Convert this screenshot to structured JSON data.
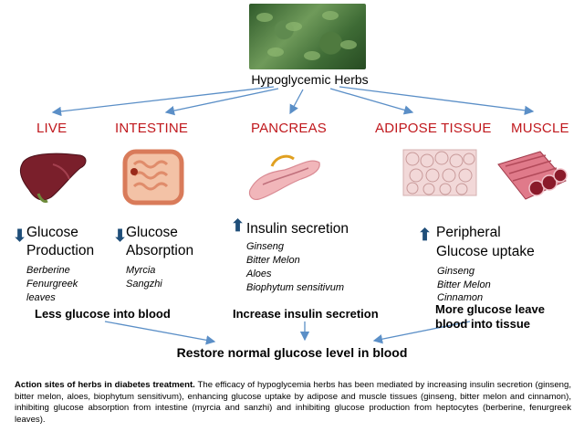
{
  "center_title": "Hypoglycemic Herbs",
  "targets": [
    {
      "label": "LIVE"
    },
    {
      "label": "INTESTINE"
    },
    {
      "label": "PANCREAS"
    },
    {
      "label": "ADIPOSE TISSUE"
    },
    {
      "label": "MUSCLE"
    }
  ],
  "effects": {
    "liver": {
      "arrow": "down",
      "line1": "Glucose",
      "line2": "Production",
      "herbs": [
        "Berberine",
        "Fenurgreek",
        "leaves"
      ],
      "result": "Less glucose into blood"
    },
    "intestine": {
      "arrow": "down",
      "line1": "Glucose",
      "line2": "Absorption",
      "herbs": [
        "Myrcia",
        "Sangzhi"
      ]
    },
    "pancreas": {
      "arrow": "up",
      "line1": "Insulin secretion",
      "herbs": [
        "Ginseng",
        "Bitter Melon",
        "Aloes",
        "Biophytum sensitivum"
      ],
      "result": "Increase insulin secretion"
    },
    "peripheral": {
      "arrow": "up",
      "line1": "Peripheral",
      "line2": "Glucose uptake",
      "herbs": [
        "Ginseng",
        "Bitter Melon",
        "Cinnamon"
      ],
      "result_line1": "More glucose leave",
      "result_line2": "blood into tissue"
    }
  },
  "final_result": "Restore normal glucose level in blood",
  "caption": {
    "bold": "Action sites of herbs in diabetes treatment.",
    "text": " The efficacy of hypoglycemia herbs has been mediated by increasing insulin secretion (ginseng, bitter melon, aloes, biophytum sensitivum), enhancing glucose uptake by adipose and muscle tissues (ginseng, bitter melon and cinnamon), inhibiting glucose absorption from intestine (myrcia and sanzhi) and inhibiting glucose production from heptocytes (berberine, fenurgreek leaves)."
  },
  "colors": {
    "target_red": "#c0181d",
    "arrow_blue": "#1f4e79",
    "connector_blue": "#5b8fc7"
  }
}
